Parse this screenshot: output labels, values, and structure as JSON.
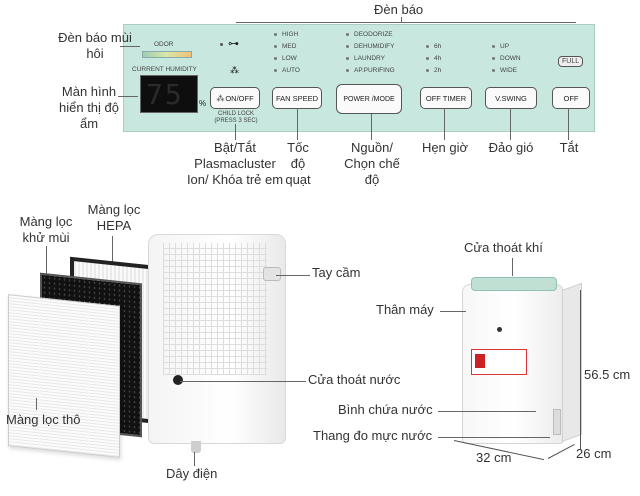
{
  "panel": {
    "odor_label": "ODOR",
    "humidity_label": "CURRENT HUMIDITY",
    "lcd_digits": "75",
    "percent": "%",
    "col1": [
      "HIGH",
      "MED",
      "LOW",
      "AUTO"
    ],
    "col2": [
      "DEODORIZE",
      "DEHUMIDIFY",
      "LAUNDRY",
      "AP.PURIFING"
    ],
    "col3": [
      "6h",
      "4h",
      "2h"
    ],
    "col4": [
      "UP",
      "DOWN",
      "WIDE"
    ],
    "full": "FULL",
    "buttons": {
      "onoff": "ON/OFF",
      "fan": "FAN SPEED",
      "power": "POWER /MODE",
      "timer": "OFF TIMER",
      "vswing": "V.SWING",
      "off": "OFF"
    },
    "child_lock": "CHILD LOCK (PRESS 3 SEC)"
  },
  "labels": {
    "den_bao_top": "Đèn báo",
    "den_bao_mui_hoi": "Đèn báo mùi hôi",
    "man_hinh": "Màn hình hiển thị độ ẩm",
    "bat_tat": "Bật/Tắt Plasmacluster Ion/ Khóa trẻ em",
    "toc_do_quat": "Tốc độ quạt",
    "nguon_chon": "Nguồn/ Chọn chế độ",
    "hen_gio": "Hẹn giờ",
    "dao_gio": "Đảo gió",
    "tat": "Tắt",
    "mang_loc_khu_mui": "Màng lọc khử mùi",
    "mang_loc_hepa": "Màng lọc HEPA",
    "mang_loc_tho": "Màng lọc thô",
    "tay_cam": "Tay cầm",
    "cua_thoat_nuoc": "Cửa thoát nước",
    "day_dien": "Dây điện",
    "cua_thoat_khi": "Cửa thoát khí",
    "than_may": "Thân máy",
    "binh_chua_nuoc": "Bình chứa nước",
    "thang_do": "Thang đo mực nước"
  },
  "dimensions": {
    "height": "56.5 cm",
    "width": "32 cm",
    "depth": "26 cm"
  }
}
